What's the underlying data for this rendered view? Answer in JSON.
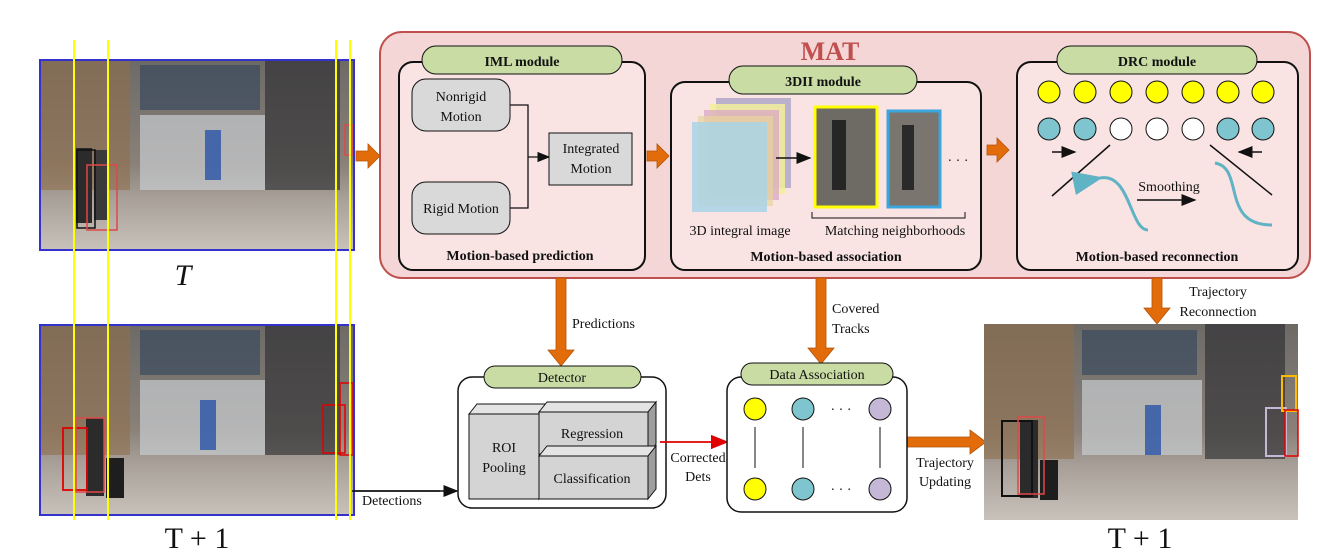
{
  "mat": {
    "title": "MAT",
    "iml": {
      "title": "IML module",
      "nonrigid": [
        "Nonrigid",
        "Motion"
      ],
      "rigid": "Rigid Motion",
      "integrated": [
        "Integrated",
        "Motion"
      ],
      "caption": "Motion-based prediction"
    },
    "dii": {
      "title": "3DII module",
      "integral_label": "3D integral image",
      "neighborhoods_label": "Matching neighborhoods",
      "ellipsis": "· · ·",
      "caption": "Motion-based association"
    },
    "drc": {
      "title": "DRC module",
      "smoothing": "Smoothing",
      "caption": "Motion-based reconnection"
    }
  },
  "detector": {
    "title": "Detector",
    "roi": [
      "ROI",
      "Pooling"
    ],
    "regression": "Regression",
    "classification": "Classification"
  },
  "data_association": {
    "title": "Data Association",
    "ellipsis": "· · ·"
  },
  "flows": {
    "predictions": "Predictions",
    "covered": [
      "Covered",
      "Tracks"
    ],
    "reconnection": [
      "Trajectory",
      "Reconnection"
    ],
    "detections": "Detections",
    "corrected": [
      "Corrected",
      "Dets"
    ],
    "updating": [
      "Trajectory",
      "Updating"
    ]
  },
  "frames": {
    "t_label": "T",
    "t1_label_left": "T + 1",
    "t1_label_right": "T + 1"
  },
  "colors": {
    "mat_fill": "#f5d6d6",
    "mat_border": "#c0504d",
    "pill": "#c8dca4",
    "arrow": "#e36c0a",
    "yellow": "#ffff00",
    "teal": "#7fc5cf",
    "lavender": "#c5b8d6",
    "frame_border": "#3333cc"
  }
}
